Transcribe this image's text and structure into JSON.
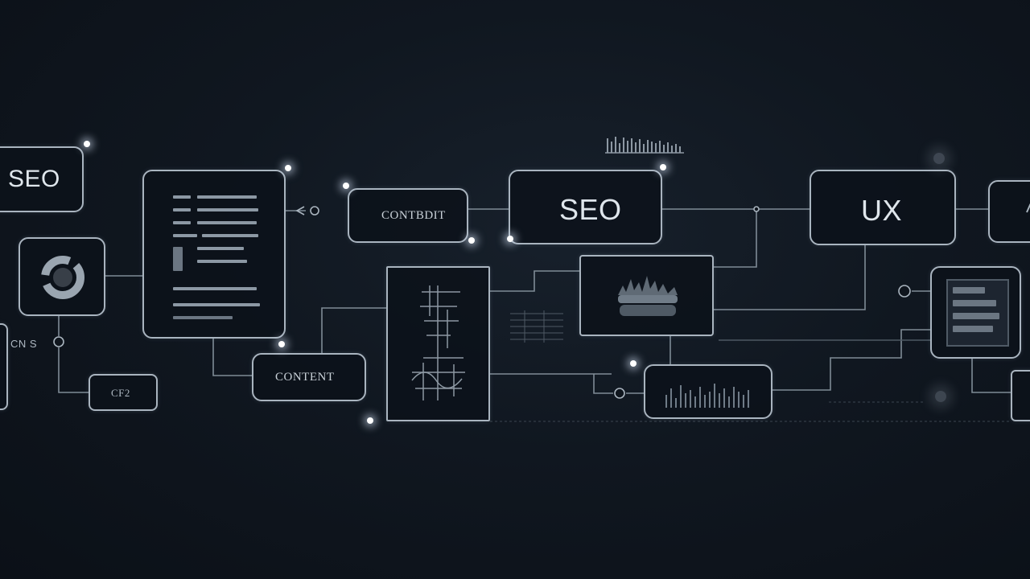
{
  "nodes": {
    "seo_left": "SEO",
    "content_top": "CONTBDIT",
    "seo_center": "SEO",
    "ux": "UX",
    "content_bottom": "CONTENT",
    "cf2": "CF2",
    "left_edge_text": "CN S"
  },
  "colors": {
    "background": "#101720",
    "stroke": "#a9b4bf",
    "text": "#dfe6ec"
  }
}
